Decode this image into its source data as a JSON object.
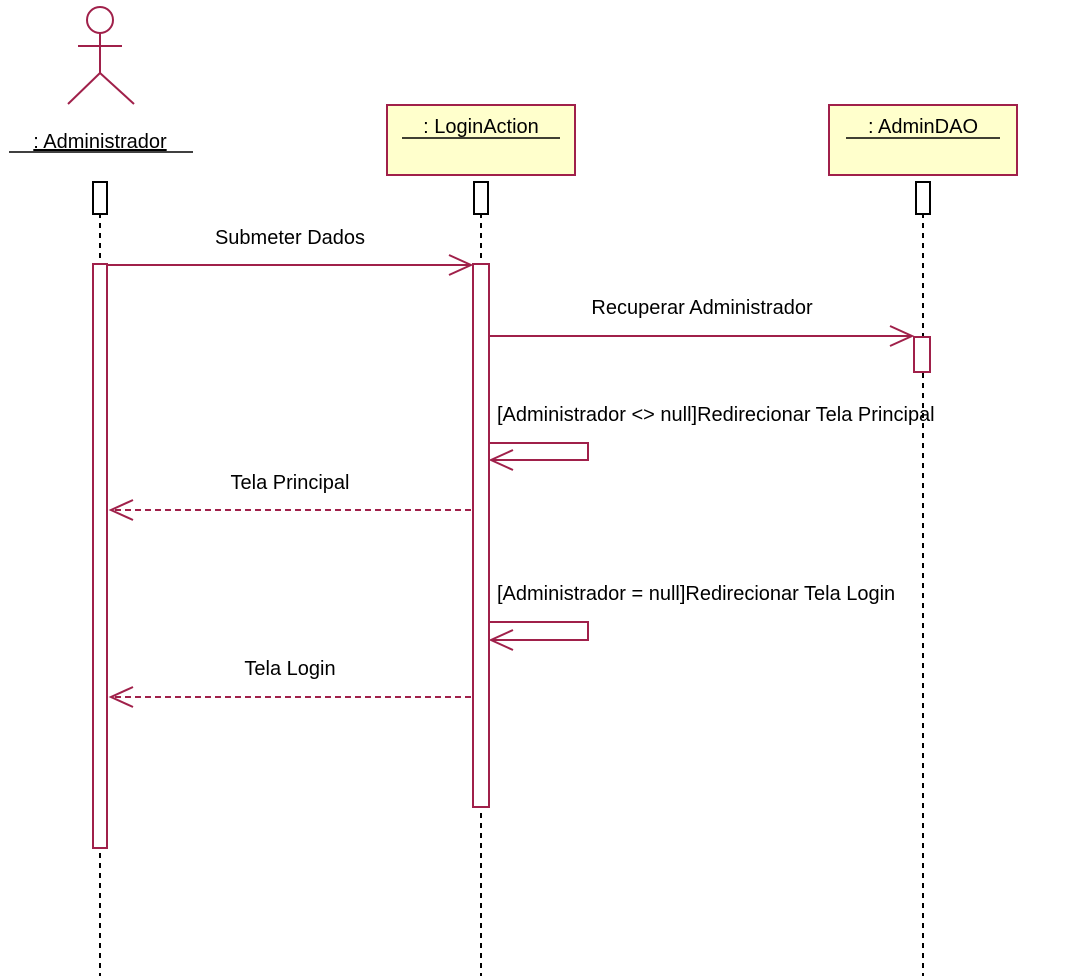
{
  "participants": {
    "administrador": ": Administrador",
    "login_action": ": LoginAction",
    "admin_dao": ": AdminDAO"
  },
  "messages": {
    "submeter_dados": "Submeter Dados",
    "recuperar_administrador": "Recuperar Administrador",
    "redirecionar_principal": "[Administrador <> null]Redirecionar Tela Principal",
    "tela_principal": "Tela Principal",
    "redirecionar_login": "[Administrador = null]Redirecionar Tela Login",
    "tela_login": "Tela Login"
  },
  "colors": {
    "line": "#a0204a",
    "object_fill": "#ffffcc",
    "background": "#ffffff"
  }
}
